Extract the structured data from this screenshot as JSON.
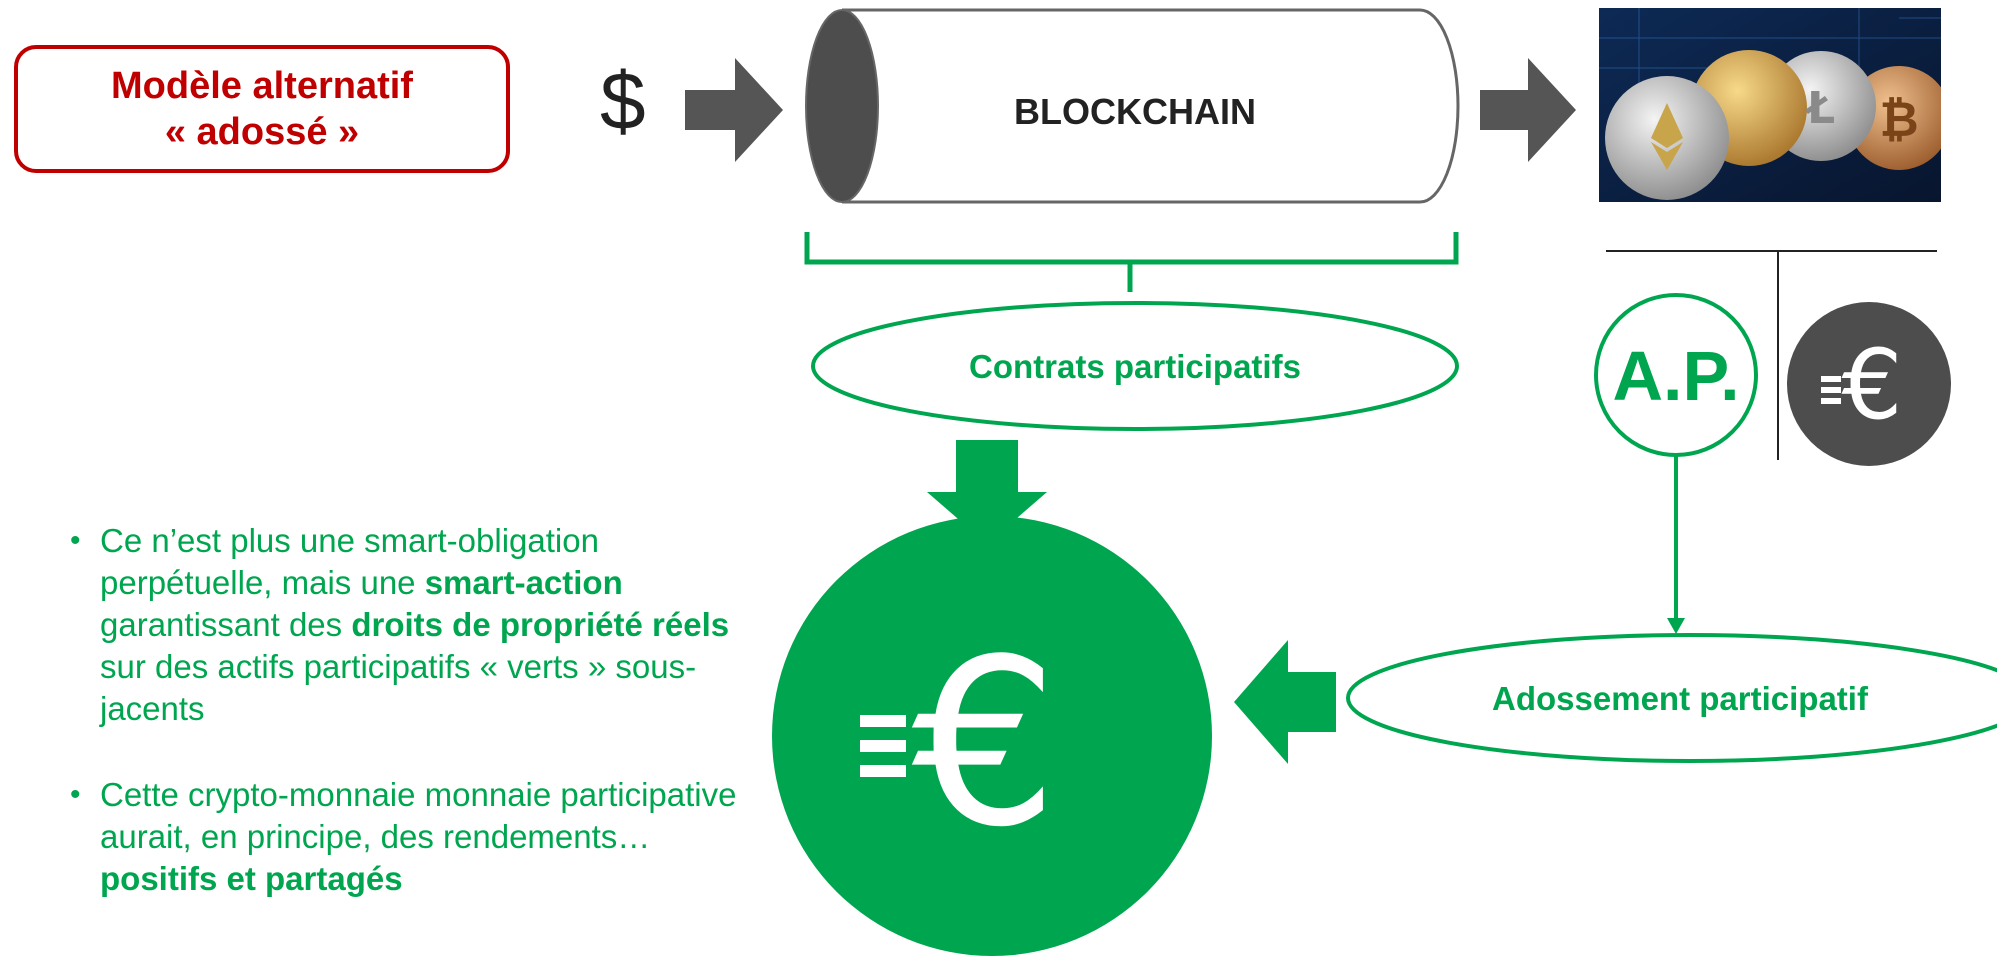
{
  "model_box": {
    "line1": "Modèle alternatif",
    "line2": "« adossé »"
  },
  "dollar_symbol": "$",
  "blockchain_label": "BLOCKCHAIN",
  "contracts_label": "Contrats participatifs",
  "ap_label": "A.P.",
  "backing_label": "Adossement participatif",
  "euro_symbol": "€",
  "bullets": [
    {
      "part1": "Ce n’est plus une smart-obligation perpétuelle, mais une ",
      "bold1": "smart-action",
      "part2": " garantissant des ",
      "bold2": "droits de propriété réels",
      "part3": " sur des actifs participatifs « verts » sous-jacents"
    },
    {
      "part1": "Cette crypto-monnaie monnaie participative aurait, en principe, des rendements… ",
      "bold1": "positifs et partagés"
    }
  ],
  "colors": {
    "green": "#00a64f",
    "red": "#c00000",
    "dark_gray": "#4d4d4d",
    "arrow_gray": "#555555"
  },
  "icons": {
    "cryptocurrency_coins": "coins-photo-icon",
    "euro_coin": "euro-icon"
  }
}
